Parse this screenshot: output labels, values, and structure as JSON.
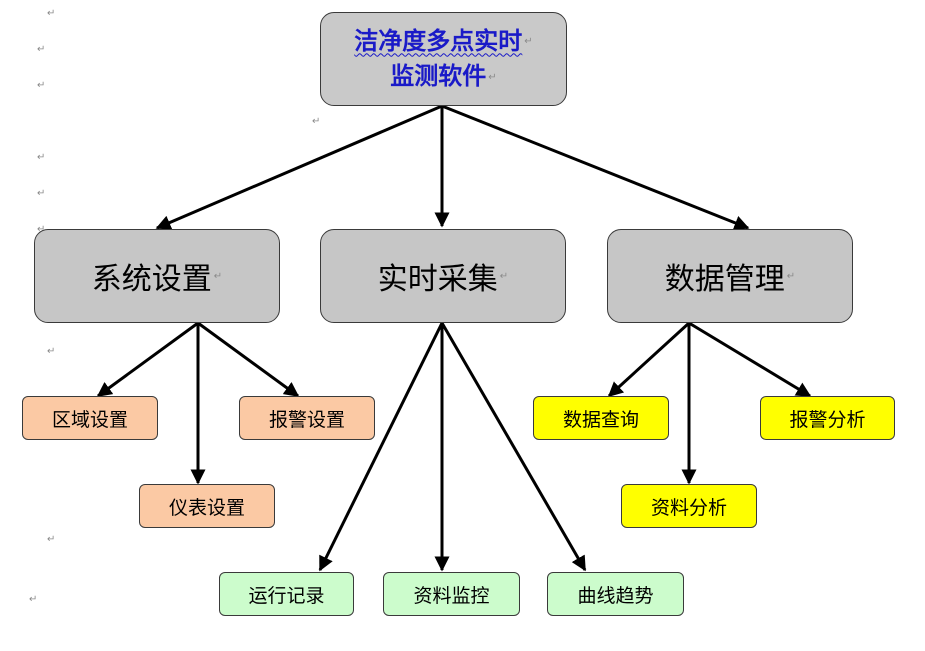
{
  "root": {
    "line1": "洁净度多点实时",
    "line2": "监测软件"
  },
  "categories": {
    "system_settings": "系统设置",
    "realtime_collection": "实时采集",
    "data_management": "数据管理"
  },
  "system_settings_items": {
    "area_settings": "区域设置",
    "alarm_settings": "报警设置",
    "instrument_settings": "仪表设置"
  },
  "realtime_items": {
    "run_records": "运行记录",
    "data_monitoring": "资料监控",
    "curve_trend": "曲线趋势"
  },
  "data_management_items": {
    "data_query": "数据查询",
    "alarm_analysis": "报警分析",
    "data_analysis": "资料分析"
  },
  "marks": {
    "return_mark": "↵"
  },
  "colors": {
    "root_fill": "#c9c9c9",
    "root_text": "#1a1ac8",
    "category_fill": "#c6c6c6",
    "orange_fill": "#fbc9a4",
    "yellow_fill": "#ffff00",
    "green_fill": "#ccfccc",
    "arrow": "#000000"
  }
}
